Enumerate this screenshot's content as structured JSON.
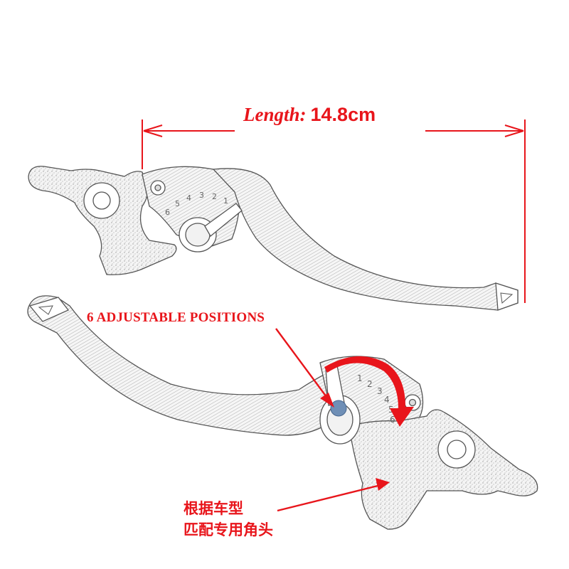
{
  "annotations": {
    "length_key": "Length:",
    "length_value": "14.8cm",
    "positions": "6 ADJUSTABLE POSITIONS",
    "cn_line1": "根据车型",
    "cn_line2": "匹配专用角头"
  },
  "colors": {
    "annotation_red": "#e8151b",
    "line_art": "#555555",
    "knob_blue": "#6f8fb6"
  },
  "adjuster_dial_digits": [
    "6",
    "5",
    "4",
    "3",
    "2",
    "1"
  ]
}
